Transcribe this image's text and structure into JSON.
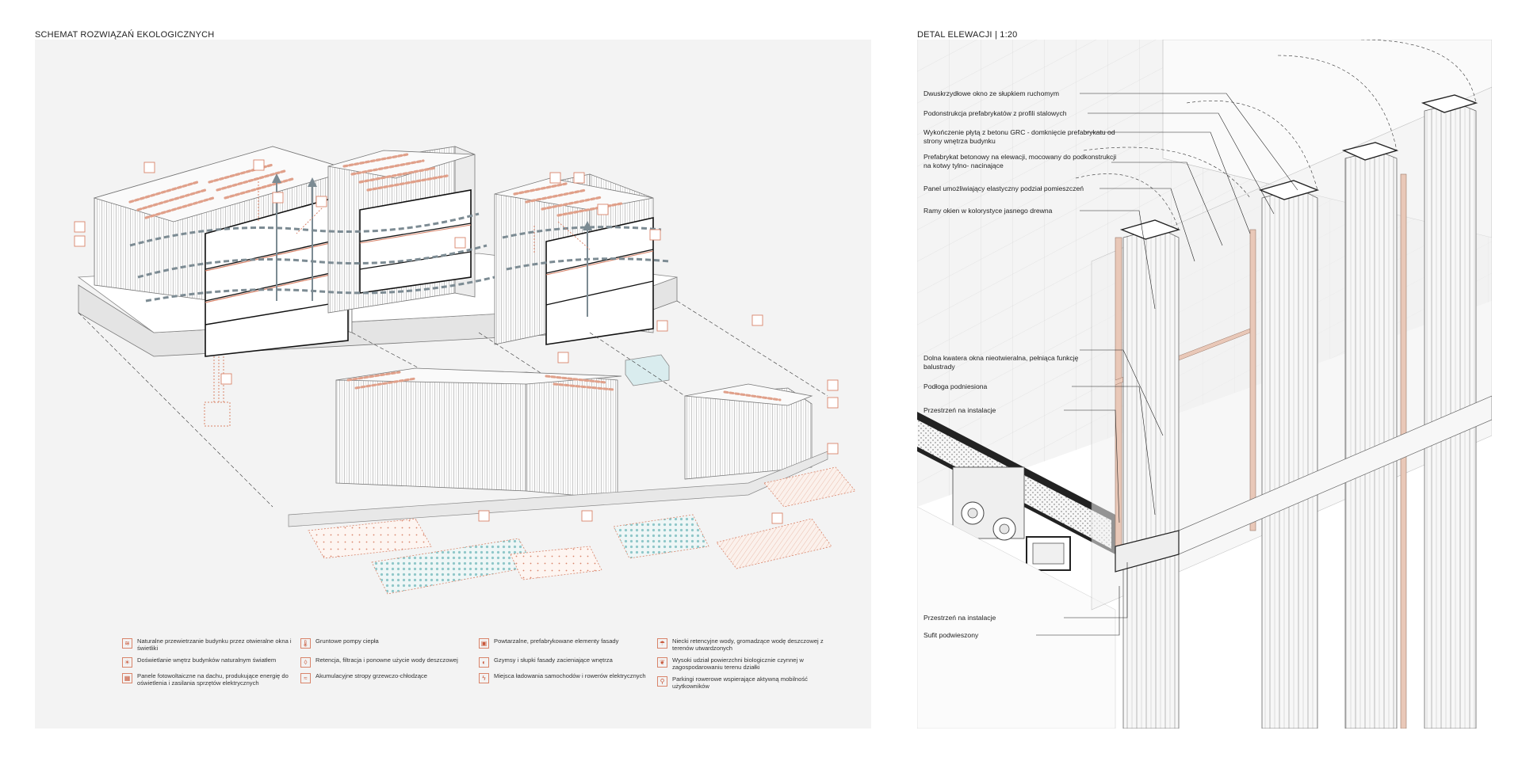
{
  "left_title": "SCHEMAT ROZWIĄZAŃ EKOLOGICZNYCH",
  "right_title": "DETAL ELEWACJI | 1:20",
  "colors": {
    "accent": "#d9846a",
    "panel_bg": "#f3f3f3",
    "ink": "#222222",
    "wood": "#e9c8b8"
  },
  "legend": [
    {
      "icon": "wind-icon",
      "glyph": "≋",
      "text": "Naturalne przewietrzanie budynku przez otwieralne okna i świetliki"
    },
    {
      "icon": "sun-icon",
      "glyph": "☀",
      "text": "Doświetlanie wnętrz budynków naturalnym światłem"
    },
    {
      "icon": "solar-panel-icon",
      "glyph": "▦",
      "text": "Panele fotowoltaiczne na dachu, produkujące energię do oświetlenia i zasilania sprzętów elektrycznych"
    },
    {
      "icon": "thermometer-icon",
      "glyph": "🌡",
      "text": "Gruntowe pompy ciepła"
    },
    {
      "icon": "water-drop-icon",
      "glyph": "◊",
      "text": "Retencja, filtracja i ponowne użycie wody deszczowej"
    },
    {
      "icon": "thermal-mass-icon",
      "glyph": "≈",
      "text": "Akumulacyjne stropy grzewczo-chłodzące"
    },
    {
      "icon": "prefab-icon",
      "glyph": "▣",
      "text": "Powtarzalne, prefabrykowane elementy fasady"
    },
    {
      "icon": "shade-icon",
      "glyph": "◐",
      "text": "Gzymsy i słupki fasady zacieniające wnętrza"
    },
    {
      "icon": "charging-icon",
      "glyph": "ϟ",
      "text": "Miejsca ładowania samochodów i rowerów elektrycznych"
    },
    {
      "icon": "rain-basin-icon",
      "glyph": "☂",
      "text": "Niecki retencyjne wody, gromadzące wodę deszczowej z terenów utwardzonych"
    },
    {
      "icon": "leaf-icon",
      "glyph": "❦",
      "text": "Wysoki udział powierzchni biologicznie czynnej w zagospodarowaniu terenu działki"
    },
    {
      "icon": "bicycle-icon",
      "glyph": "⚲",
      "text": "Parkingi rowerowe wspierające aktywną mobilność użytkowników"
    }
  ],
  "callouts": [
    {
      "text": "Dwuskrzydłowe okno ze słupkiem ruchomym"
    },
    {
      "text": "Podonstrukcja prefabrykatów z profili stalowych"
    },
    {
      "text": "Wykończenie płytą z betonu GRC - domknięcie prefabrykatu od strony wnętrza budynku"
    },
    {
      "text": "Prefabrykat betonowy na elewacji, mocowany do podkonstrukcji na kotwy tylno- nacinające"
    },
    {
      "text": "Panel umożliwiający elastyczny podział pomieszczeń"
    },
    {
      "text": "Ramy okien w kolorystyce jasnego drewna"
    },
    {
      "text": "Dolna kwatera okna nieotwieralna, pełniąca funkcję balustrady"
    },
    {
      "text": "Podłoga podniesiona"
    },
    {
      "text": "Przestrzeń na instalacje"
    },
    {
      "text": "Przestrzeń na instalacje"
    },
    {
      "text": "Sufit podwieszony"
    }
  ]
}
